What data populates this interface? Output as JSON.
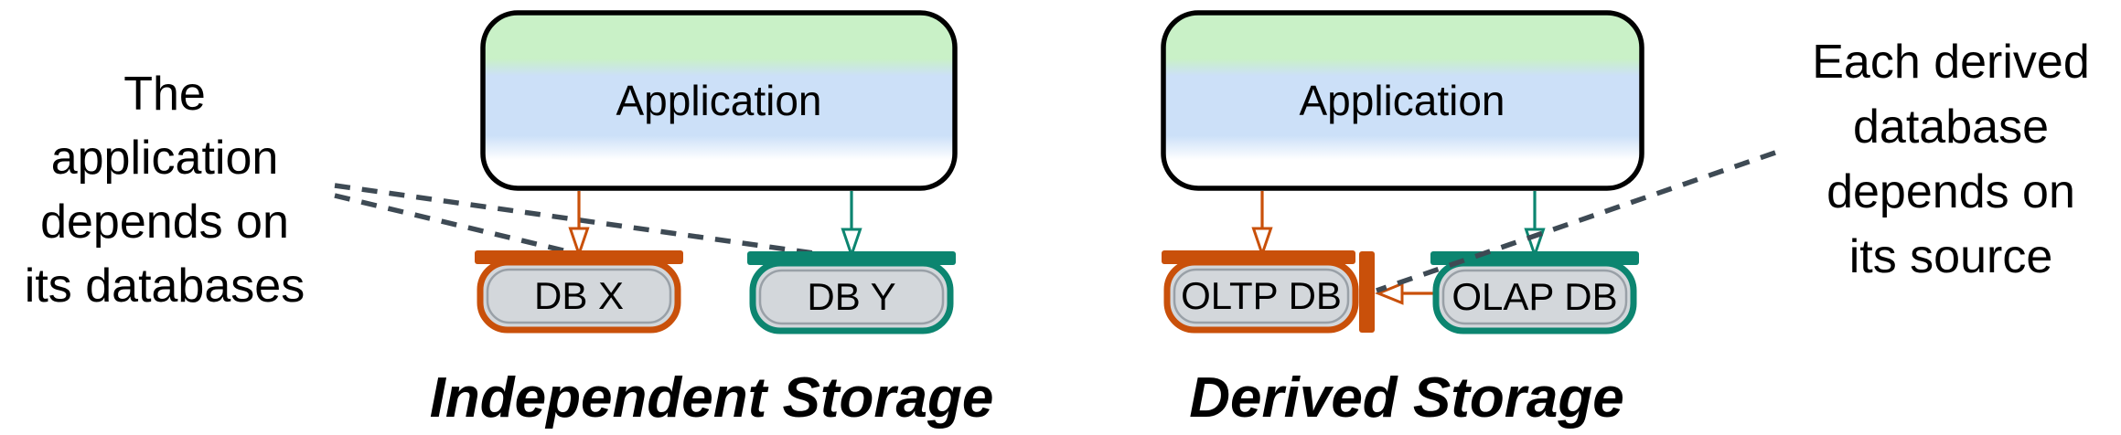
{
  "figure": {
    "left_note": {
      "lines": [
        "The",
        "application",
        "depends on",
        "its databases"
      ]
    },
    "right_note": {
      "lines": [
        "Each derived",
        "database",
        "depends on",
        "its source"
      ]
    },
    "left_panel": {
      "app_label": "Application",
      "db_x_label": "DB X",
      "db_y_label": "DB Y",
      "caption": "Independent Storage"
    },
    "right_panel": {
      "app_label": "Application",
      "oltp_label": "OLTP DB",
      "olap_label": "OLAP DB",
      "caption": "Derived Storage"
    },
    "colors": {
      "orange_accent": "#c9500a",
      "teal_accent": "#0c8570",
      "callout_dash": "#3e4a54",
      "db_fill": "#d3d7db",
      "db_inner_ring": "#99a0a7",
      "app_gradient_green": "#c9f1c7",
      "app_gradient_blue": "#cce0f8",
      "app_gradient_white": "#ffffff",
      "app_border": "#000000",
      "text_color": "#000000"
    }
  }
}
